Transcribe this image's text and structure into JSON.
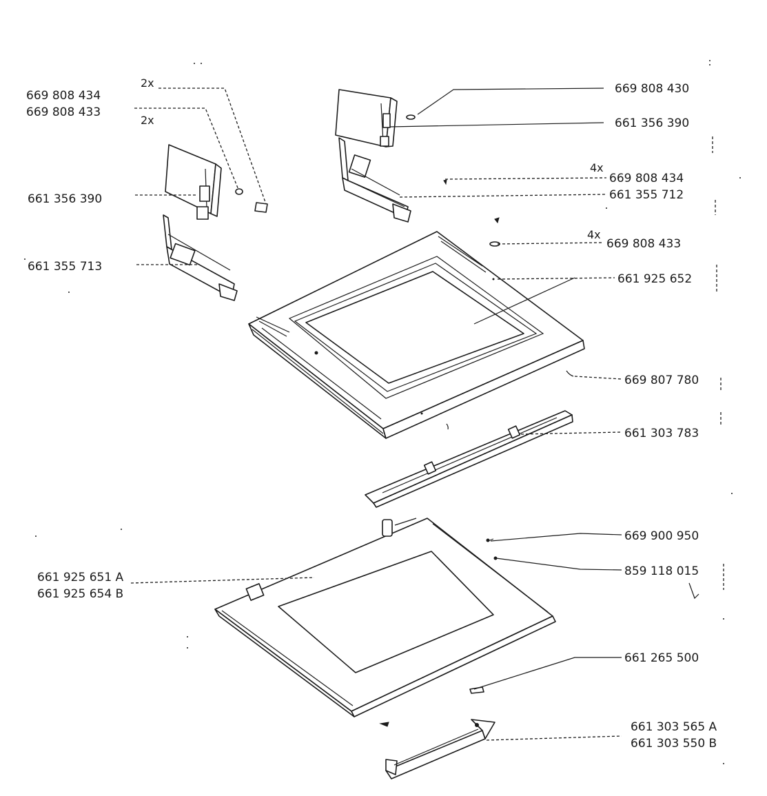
{
  "diagram": {
    "labels": [
      {
        "id": "l1",
        "text": "669 808 434"
      },
      {
        "id": "l2",
        "text": "669 808 433"
      },
      {
        "id": "l3",
        "text": "661 356 390"
      },
      {
        "id": "l4",
        "text": "661 355 713"
      },
      {
        "id": "l5",
        "text": "669 808 430"
      },
      {
        "id": "l6",
        "text": "661 356 390"
      },
      {
        "id": "l7",
        "text": "669 808 434"
      },
      {
        "id": "l8",
        "text": "661 355 712"
      },
      {
        "id": "l9",
        "text": "669 808 433"
      },
      {
        "id": "l10",
        "text": "661 925 652"
      },
      {
        "id": "l11",
        "text": "669 807 780"
      },
      {
        "id": "l12",
        "text": "661 303 783"
      },
      {
        "id": "l13",
        "text": "669 900 950"
      },
      {
        "id": "l14",
        "text": "859 118 015"
      },
      {
        "id": "l15",
        "text": "661 925 651 A"
      },
      {
        "id": "l16",
        "text": "661 925 654 B"
      },
      {
        "id": "l17",
        "text": "661 265 500"
      },
      {
        "id": "l18",
        "text": "661 303 565 A"
      },
      {
        "id": "l19",
        "text": "661 303 550 B"
      }
    ],
    "quantities": [
      {
        "id": "q1",
        "text": "2x"
      },
      {
        "id": "q2",
        "text": "2x"
      },
      {
        "id": "q3",
        "text": "4x"
      },
      {
        "id": "q4",
        "text": "4x"
      }
    ]
  }
}
